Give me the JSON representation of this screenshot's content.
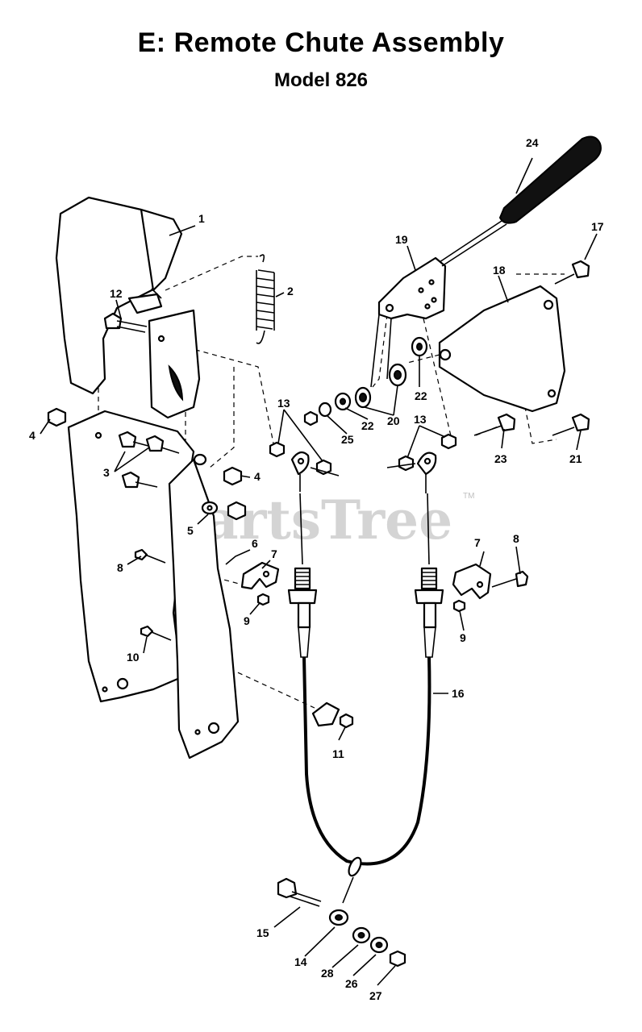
{
  "title": "E: Remote Chute Assembly",
  "subtitle": "Model 826",
  "watermark": {
    "text": "PartsTree",
    "trademark": "TM"
  },
  "callouts": {
    "c1": "1",
    "c2": "2",
    "c3": "3",
    "c4a": "4",
    "c4b": "4",
    "c5": "5",
    "c6": "6",
    "c7a": "7",
    "c7b": "7",
    "c8a": "8",
    "c8b": "8",
    "c9a": "9",
    "c9b": "9",
    "c10": "10",
    "c11": "11",
    "c12": "12",
    "c13a": "13",
    "c13b": "13",
    "c14": "14",
    "c15": "15",
    "c16": "16",
    "c17": "17",
    "c18": "18",
    "c19": "19",
    "c20": "20",
    "c21": "21",
    "c22a": "22",
    "c22b": "22",
    "c23": "23",
    "c24": "24",
    "c25": "25",
    "c26": "26",
    "c27": "27",
    "c28": "28"
  }
}
